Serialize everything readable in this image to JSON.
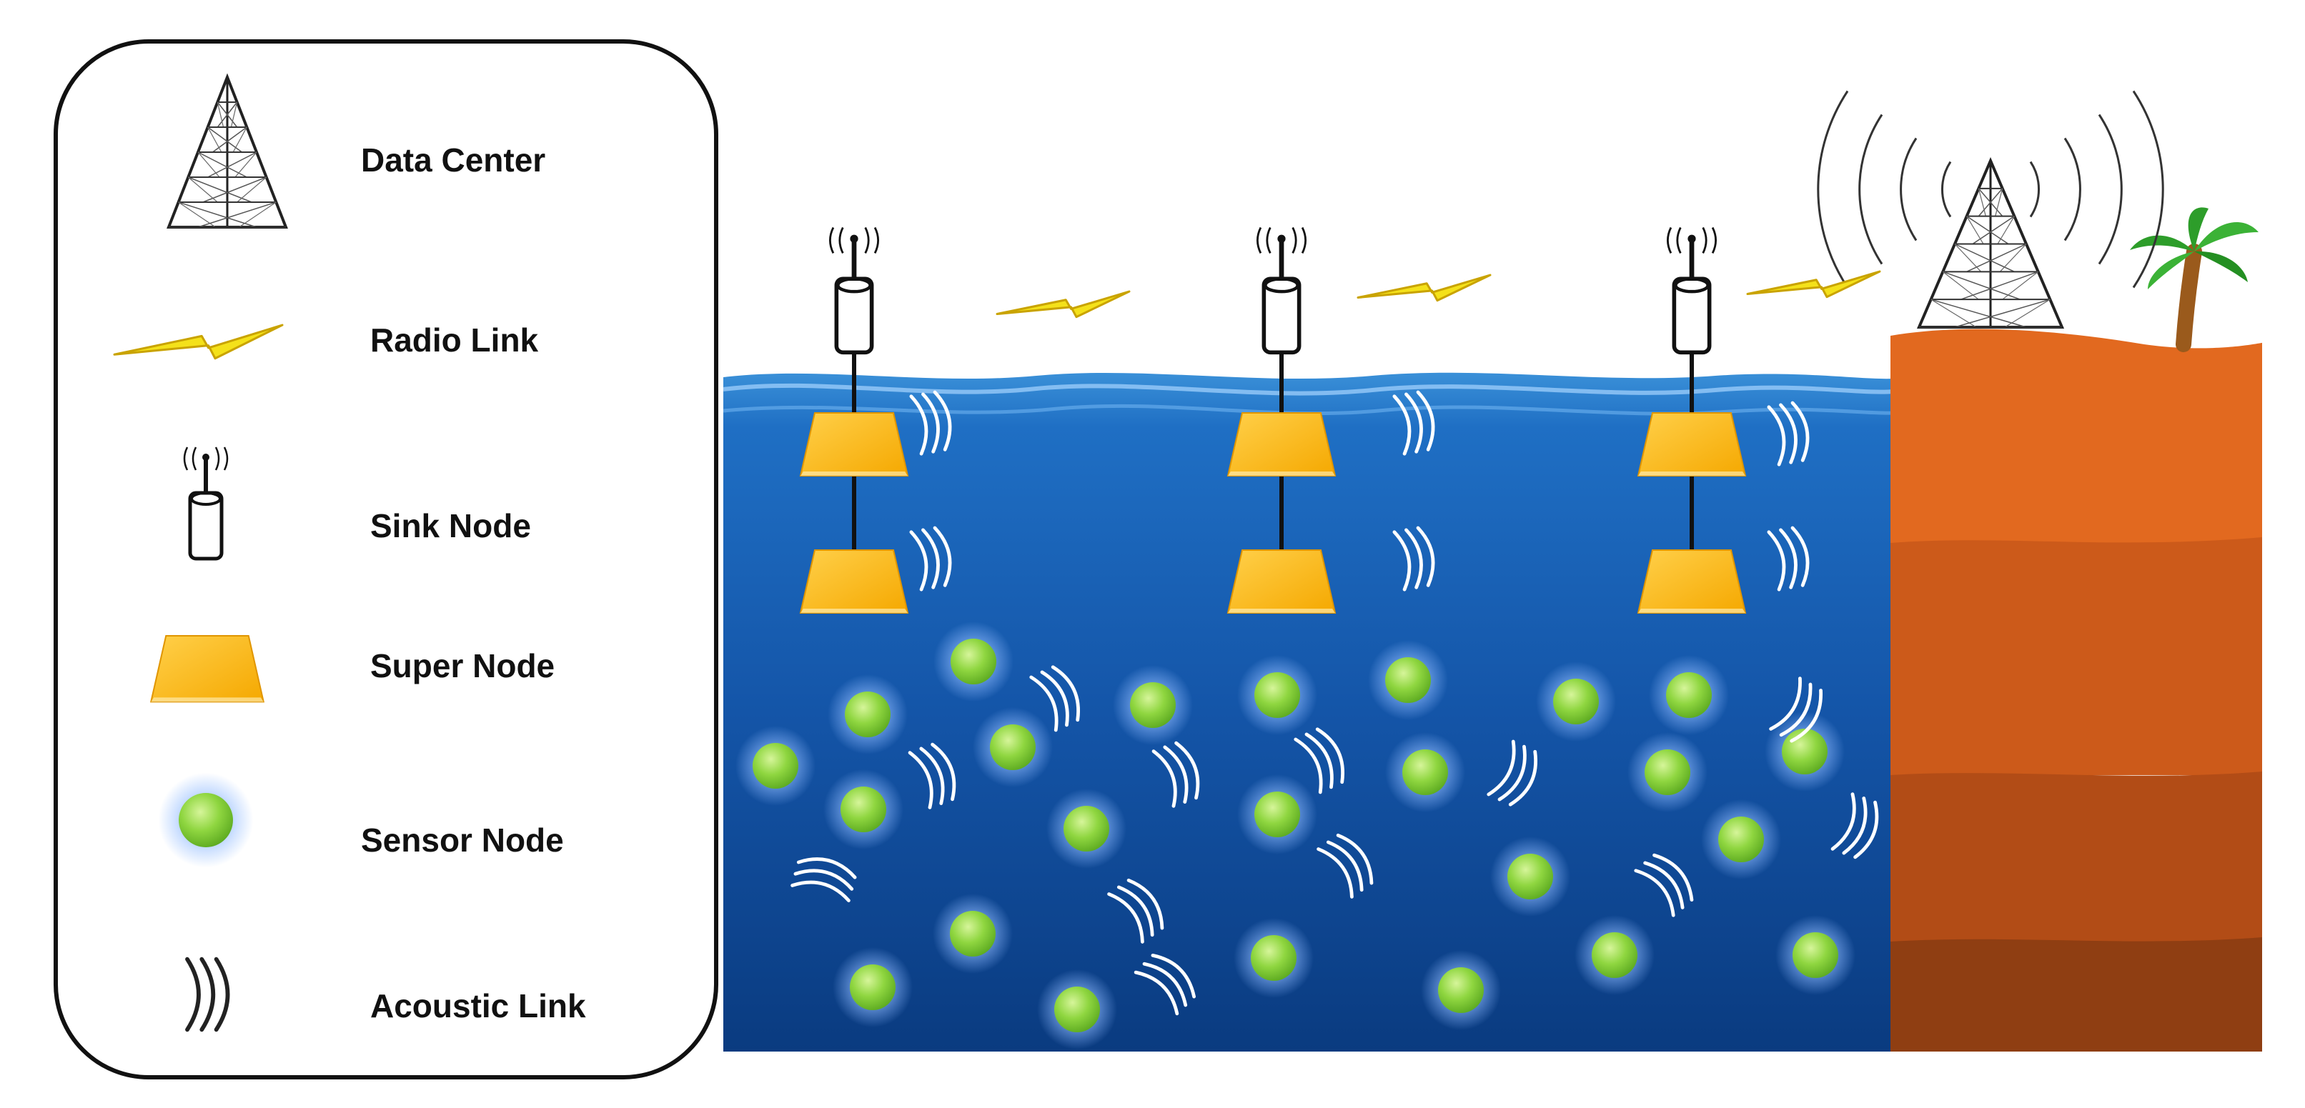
{
  "legend": {
    "items": [
      {
        "label": "Data Center",
        "icon": "tower-icon"
      },
      {
        "label": "Radio Link",
        "icon": "lightning-icon"
      },
      {
        "label": "Sink Node",
        "icon": "sink-node-icon"
      },
      {
        "label": "Super Node",
        "icon": "super-node-icon"
      },
      {
        "label": "Sensor Node",
        "icon": "sensor-node-icon"
      },
      {
        "label": "Acoustic Link",
        "icon": "acoustic-wave-icon"
      }
    ]
  },
  "colors": {
    "ocean_top": "#2a7fd0",
    "ocean_bottom": "#0c3f86",
    "super_node": "#fdb813",
    "sensor_node": "#8ed63f",
    "lightning": "#f4e11a",
    "land_top": "#e0661e",
    "land_bottom": "#8a3d12"
  }
}
